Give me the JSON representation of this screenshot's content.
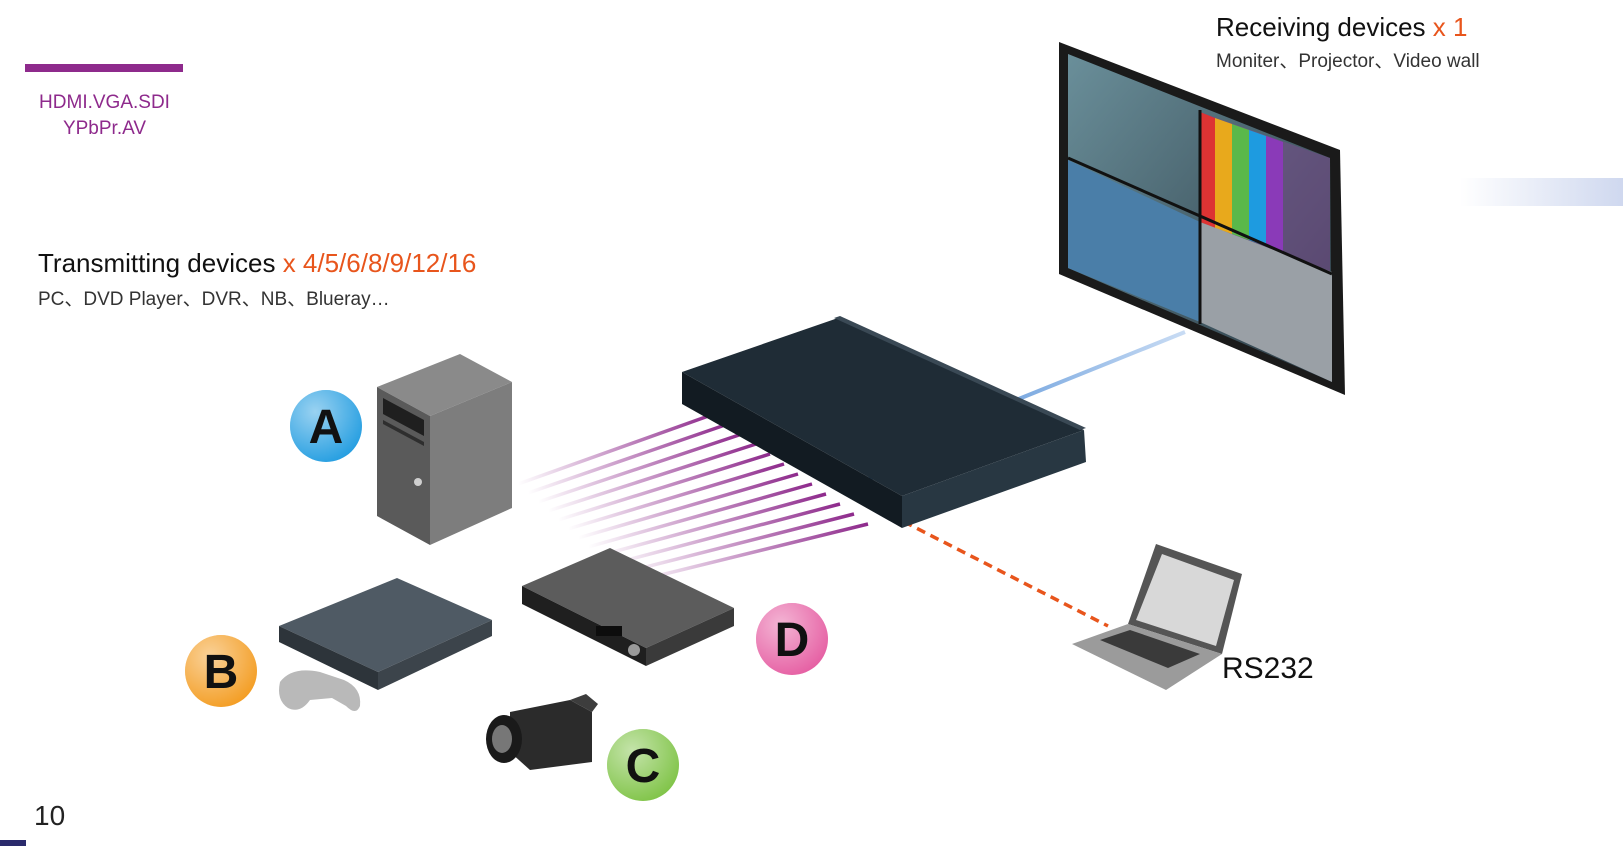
{
  "signal_types": {
    "line1": "HDMI.VGA.SDI",
    "line2": "YPbPr.AV"
  },
  "transmitting": {
    "title": "Transmitting devices",
    "count": "x 4/5/6/8/9/12/16",
    "examples": "PC、DVD Player、DVR、NB、Blueray…"
  },
  "receiving": {
    "title": "Receiving devices",
    "count": "x 1",
    "examples": "Moniter、Projector、Video wall"
  },
  "badges": {
    "a": "A",
    "b": "B",
    "c": "C",
    "d": "D"
  },
  "rs232_label": "RS232",
  "page_number": "10",
  "colors": {
    "accent_purple": "#8e2a8c",
    "accent_orange": "#e8551c",
    "badge_a": "#1e9be0",
    "badge_b": "#f39a1c",
    "badge_c": "#7cc242",
    "badge_d": "#e55aa0",
    "output_line": "#3a7fd0"
  },
  "icons": [
    "pc-tower-icon",
    "game-console-icon",
    "gamepad-icon",
    "camcorder-icon",
    "dvd-player-icon",
    "matrix-switcher-icon",
    "monitor-icon",
    "laptop-icon"
  ]
}
